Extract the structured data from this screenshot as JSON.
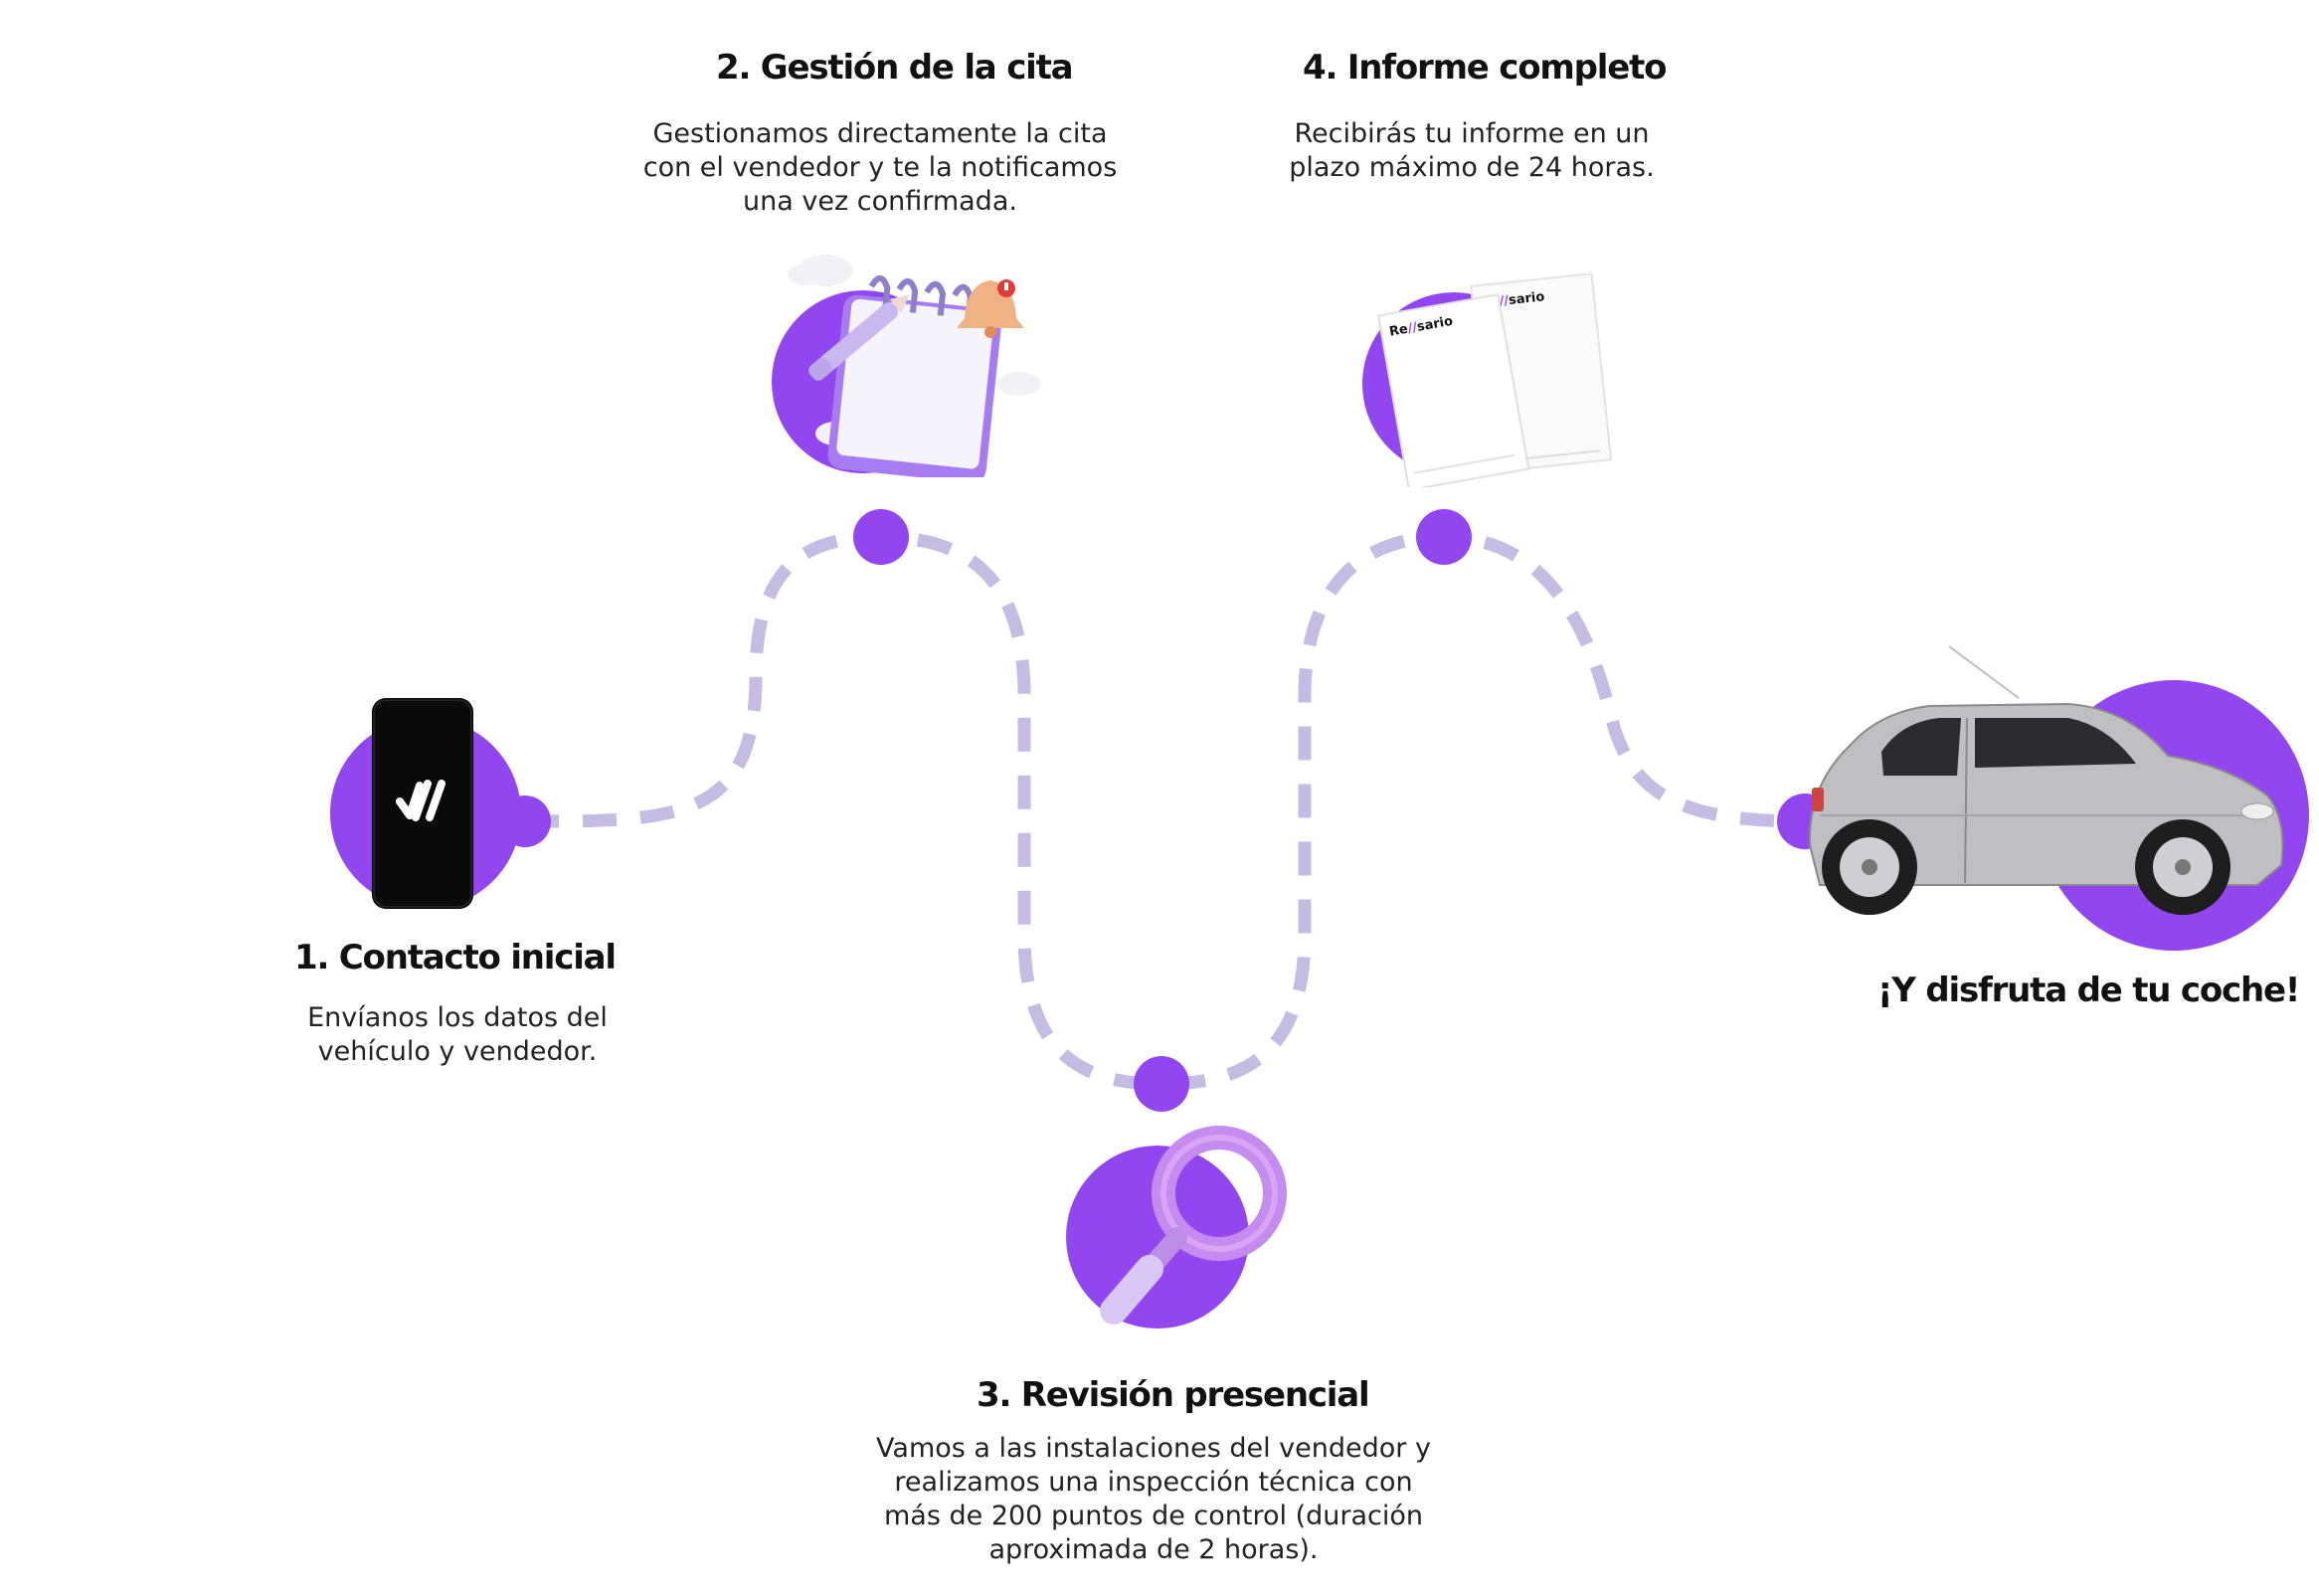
{
  "colors": {
    "accent": "#9146f0",
    "path": "#c5bce3",
    "text": "#111111"
  },
  "steps": [
    {
      "title": "1.  Contacto inicial",
      "lines": [
        "Envíanos los datos del",
        "vehículo y vendedor."
      ],
      "icon": "smartphone-icon"
    },
    {
      "title": "2. Gestión de la cita",
      "lines": [
        "Gestionamos directamente la cita",
        "con el vendedor y te la notificamos",
        "una vez confirmada."
      ],
      "icon": "notepad-bell-icon"
    },
    {
      "title": "3. Revisión presencial",
      "lines": [
        "Vamos a las instalaciones del vendedor y",
        "realizamos una inspección técnica  con",
        "más de 200 puntos de control (duración",
        "aproximada de 2 horas)."
      ],
      "icon": "magnifier-icon"
    },
    {
      "title": "4. Informe completo",
      "lines": [
        "Recibirás tu informe en un",
        "plazo máximo de 24 horas."
      ],
      "icon": "report-documents-icon"
    }
  ],
  "final": {
    "title": "¡Y disfruta de tu coche!",
    "icon": "car-icon"
  },
  "report_brand": {
    "prefix": "Re",
    "suffix": "sario"
  }
}
